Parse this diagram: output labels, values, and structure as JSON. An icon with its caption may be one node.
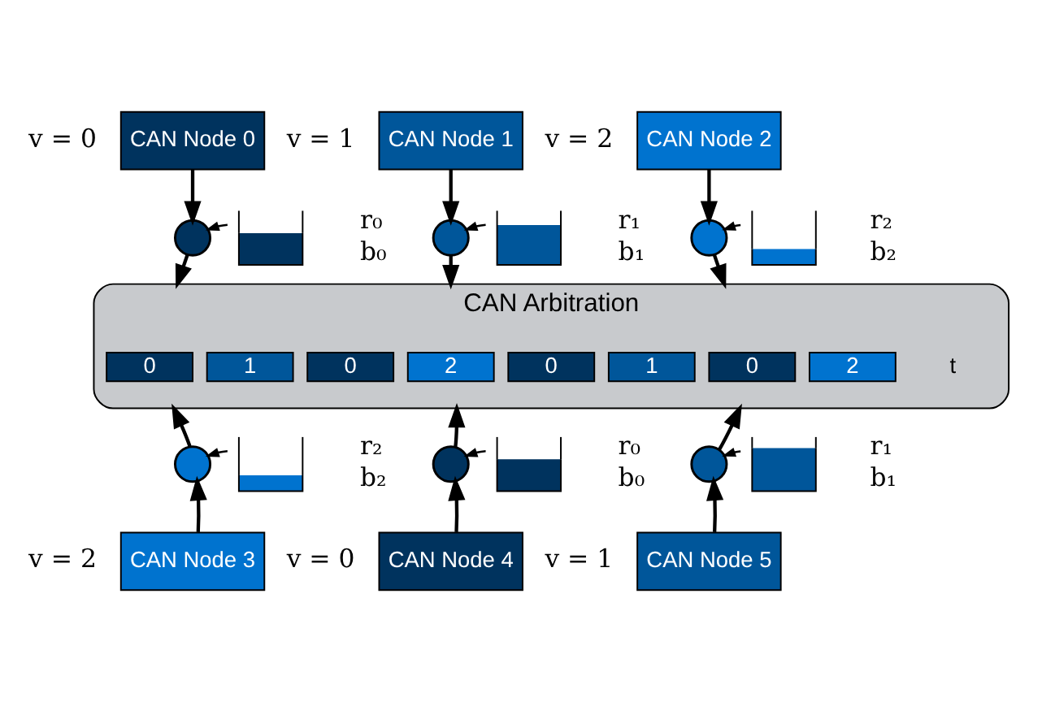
{
  "diagram": {
    "nodes": [
      {
        "text": [
          "CAN Node 0"
        ],
        "beside": [
          "v = 0"
        ]
      },
      {
        "text": [
          "CAN Node 1"
        ],
        "beside": [
          "v = 1"
        ]
      },
      {
        "text": [
          "CAN Node 2"
        ],
        "beside": [
          "v = 2"
        ]
      },
      {
        "text": [],
        "shape": "circle"
      },
      {
        "text": [],
        "shape": "circle"
      },
      {
        "text": [],
        "shape": "circle"
      },
      {
        "text": [],
        "shape": "box",
        "beside": [
          "r₀",
          "b₀"
        ]
      },
      {
        "text": [],
        "shape": "box",
        "beside": [
          "r₁",
          "b₁"
        ]
      },
      {
        "text": [],
        "shape": "box",
        "beside": [
          "r₂",
          "b₂"
        ]
      },
      {
        "text": [
          "CAN Arbitration"
        ]
      },
      {
        "text": [
          "0"
        ],
        "in": 9
      },
      {
        "text": [
          "1"
        ],
        "in": 9
      },
      {
        "text": [
          "0"
        ],
        "in": 9
      },
      {
        "text": [
          "2"
        ],
        "in": 9
      },
      {
        "text": [
          "0"
        ],
        "in": 9
      },
      {
        "text": [
          "1"
        ],
        "in": 9
      },
      {
        "text": [
          "0"
        ],
        "in": 9
      },
      {
        "text": [
          "2"
        ],
        "in": 9
      },
      {
        "text": [],
        "shape": "circle"
      },
      {
        "text": [],
        "shape": "circle"
      },
      {
        "text": [],
        "shape": "circle"
      },
      {
        "text": [],
        "shape": "box",
        "beside": [
          "r₂",
          "b₂"
        ]
      },
      {
        "text": [],
        "shape": "box",
        "beside": [
          "r₀",
          "b₀"
        ]
      },
      {
        "text": [],
        "shape": "box",
        "beside": [
          "r₁",
          "b₁"
        ]
      },
      {
        "text": [
          "CAN Node 3"
        ],
        "beside": [
          "v = 2"
        ]
      },
      {
        "text": [
          "CAN Node 4"
        ],
        "beside": [
          "v = 0"
        ]
      },
      {
        "text": [
          "CAN Node 5"
        ],
        "beside": [
          "v = 1"
        ]
      }
    ],
    "edges": [
      {
        "from": 0,
        "to": 3,
        "arrow": "to"
      },
      {
        "from": 6,
        "to": 3,
        "arrow": "to"
      },
      {
        "from": 3,
        "to": 9,
        "arrow": "to"
      },
      {
        "from": 1,
        "to": 4,
        "arrow": "to"
      },
      {
        "from": 7,
        "to": 4,
        "arrow": "to"
      },
      {
        "from": 4,
        "to": 9,
        "arrow": "to"
      },
      {
        "from": 2,
        "to": 5,
        "arrow": "to"
      },
      {
        "from": 8,
        "to": 5,
        "arrow": "to"
      },
      {
        "from": 5,
        "to": 9,
        "arrow": "to"
      },
      {
        "from": 24,
        "to": 18,
        "arrow": "to"
      },
      {
        "from": 21,
        "to": 18,
        "arrow": "to"
      },
      {
        "from": 18,
        "to": 9,
        "arrow": "to"
      },
      {
        "from": 25,
        "to": 19,
        "arrow": "to"
      },
      {
        "from": 22,
        "to": 19,
        "arrow": "to"
      },
      {
        "from": 19,
        "to": 9,
        "arrow": "to"
      },
      {
        "from": 26,
        "to": 20,
        "arrow": "to"
      },
      {
        "from": 23,
        "to": 20,
        "arrow": "to"
      },
      {
        "from": 20,
        "to": 9,
        "arrow": "to"
      }
    ],
    "labels": [
      "t"
    ]
  }
}
